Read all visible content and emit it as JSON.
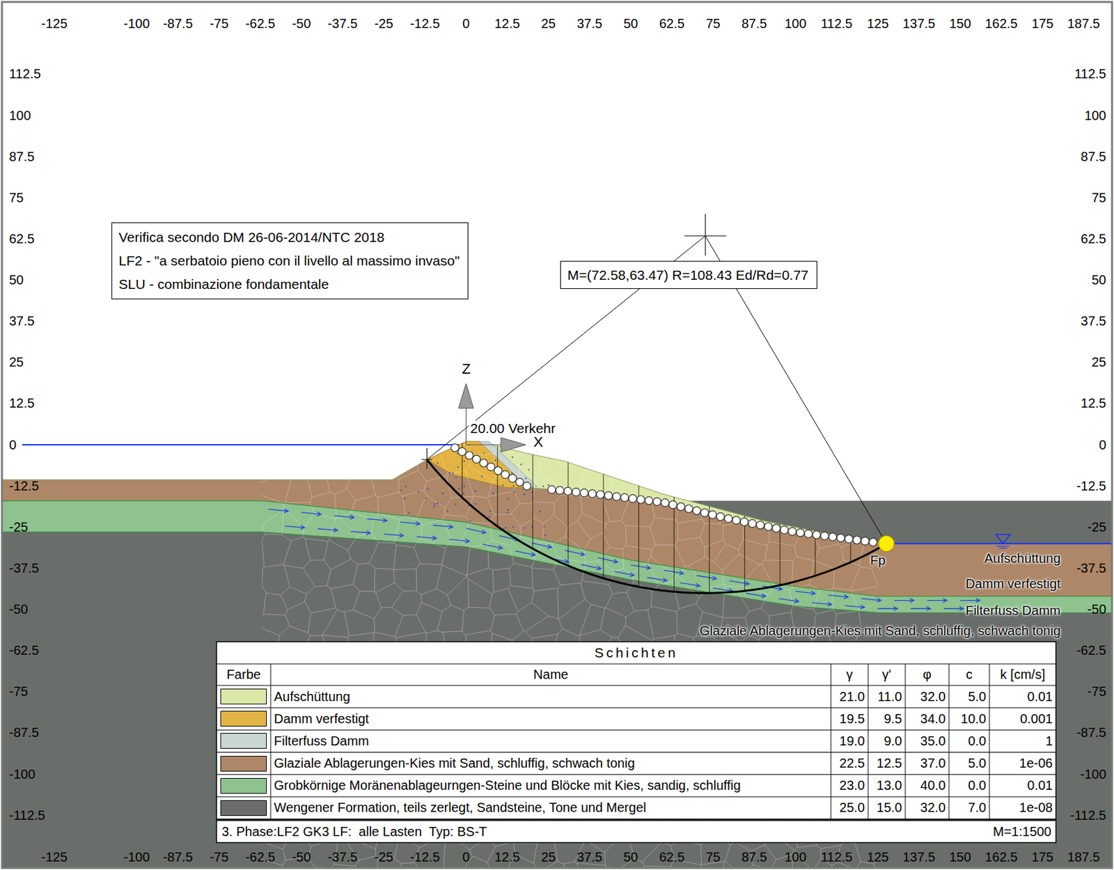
{
  "diagram": {
    "nodes": [
      {
        "text": [
          "Verifica secondo DM 26-06-2014/NTC 2018",
          "LF2 - \"a serbatoio pieno con il livello al massimo invaso\"",
          "SLU - combinazione fondamentale"
        ]
      },
      {
        "text": [
          "M=(72.58,63.47) R=108.43 Ed/Rd=0.77"
        ]
      }
    ],
    "labels": [
      "-125",
      "-100",
      "-87.5",
      "-75",
      "-62.5",
      "-50",
      "-37.5",
      "-25",
      "-12.5",
      "0",
      "12.5",
      "25",
      "37.5",
      "50",
      "62.5",
      "75",
      "87.5",
      "100",
      "112.5",
      "125",
      "137.5",
      "150",
      "162.5",
      "175",
      "187.5",
      "112.5",
      "100",
      "87.5",
      "75",
      "62.5",
      "50",
      "37.5",
      "25",
      "12.5",
      "0",
      "-12.5",
      "-25",
      "-37.5",
      "-50",
      "-62.5",
      "-75",
      "-87.5",
      "-100",
      "-112.5",
      "112.5",
      "100",
      "87.5",
      "75",
      "62.5",
      "50",
      "37.5",
      "25",
      "12.5",
      "0",
      "-12.5",
      "-25",
      "-37.5",
      "-50",
      "-62.5",
      "-75",
      "-87.5",
      "-100",
      "-112.5",
      "-125",
      "-100",
      "-87.5",
      "-75",
      "-62.5",
      "-50",
      "-37.5",
      "-25",
      "-12.5",
      "0",
      "12.5",
      "25",
      "37.5",
      "50",
      "62.5",
      "75",
      "87.5",
      "100",
      "112.5",
      "125",
      "137.5",
      "150",
      "162.5",
      "175",
      "187.5",
      "Z",
      "20.00 Verkehr",
      "X",
      "Fp",
      "Aufschüttung",
      "Damm verfestigt",
      "Filterfuss Damm",
      "Glaziale Ablagerungen-Kies mit Sand, schluffig, schwach tonig",
      "Schichten",
      "Farbe",
      "Name",
      "γ",
      "γ'",
      "φ",
      "c",
      "k [cm/s]",
      "21.0",
      "11.0",
      "32.0",
      "5.0",
      "0.01",
      "19.5",
      "9.5",
      "34.0",
      "10.0",
      "0.001",
      "19.0",
      "9.0",
      "35.0",
      "0.0",
      "1",
      "22.5",
      "12.5",
      "37.0",
      "5.0",
      "1e-06",
      "23.0",
      "13.0",
      "40.0",
      "0.0",
      "0.01",
      "25.0",
      "15.0",
      "32.0",
      "7.0",
      "1e-08",
      "3. Phase:LF2 GK3 LF:  alle Lasten  Typ: BS-T",
      "M=1:1500"
    ],
    "legend": [
      {
        "text": "Aufschüttung",
        "color": "#dbe8a8"
      },
      {
        "text": "Damm verfestigt",
        "color": "#e3b443"
      },
      {
        "text": "Filterfuss Damm",
        "color": "#c9d6d2"
      },
      {
        "text": "Glaziale Ablagerungen-Kies mit Sand, schluffig, schwach tonig",
        "color": "#ad8767"
      },
      {
        "text": "Grobkörnige Moränenablageurngen-Steine und Blöcke mit Kies, sandig, schluffig",
        "color": "#8ec28f"
      },
      {
        "text": "Wengener Formation, teils zerlegt, Sandsteine, Tone und Mergel",
        "color": "#6a6e6a"
      }
    ]
  }
}
